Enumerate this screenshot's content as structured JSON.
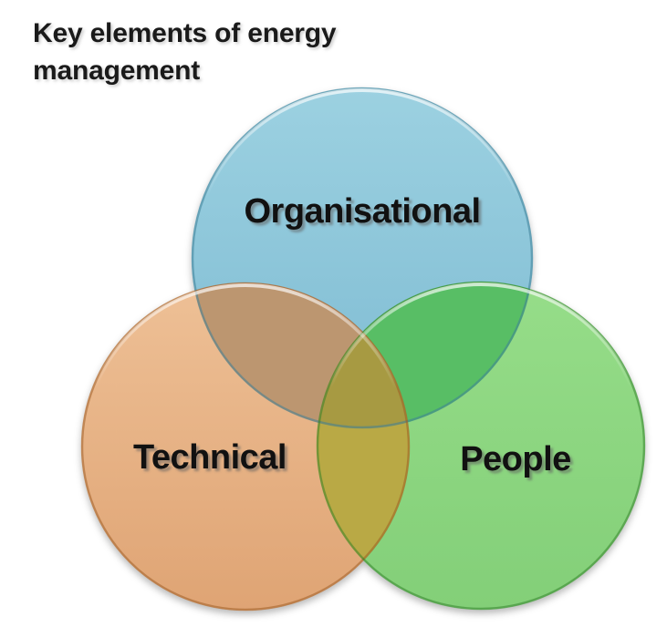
{
  "slide": {
    "title": "Key elements of energy management",
    "background_color": "#FFFFFF",
    "title_color": "#1A1A1A"
  },
  "venn": {
    "type": "venn-diagram",
    "label_color": "#111111",
    "sets": [
      {
        "label": "Organisational",
        "position": "top",
        "fill_top": "#9CD1E1",
        "fill_bottom": "#7EBBD2",
        "edge": "rgba(62,128,152,0.55)"
      },
      {
        "label": "Technical",
        "position": "bottom-left",
        "fill_top": "#EEC096",
        "fill_bottom": "#DFA474",
        "edge": "rgba(154,88,32,0.50)"
      },
      {
        "label": "People",
        "position": "bottom-right",
        "fill_top": "#96DD89",
        "fill_bottom": "#83CF78",
        "edge": "rgba(45,125,38,0.50)"
      }
    ],
    "overlaps": {
      "organisational_technical": "#BC9670",
      "organisational_people": "#58BE65",
      "technical_people": "#B9A945",
      "all_three": "#A79A43"
    }
  }
}
